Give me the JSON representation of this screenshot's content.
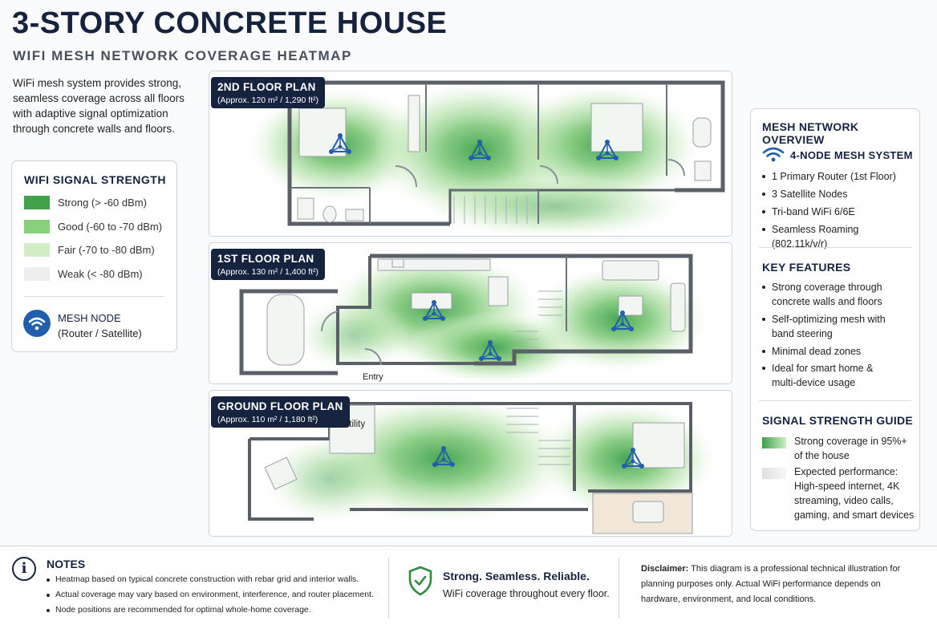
{
  "header": {
    "title": "3-STORY CONCRETE HOUSE",
    "subtitle": "WIFI MESH NETWORK COVERAGE HEATMAP",
    "intro": "WiFi mesh system provides strong, seamless coverage across all floors with adaptive signal optimization through concrete walls and floors."
  },
  "legend": {
    "title": "WIFI SIGNAL STRENGTH",
    "items": [
      {
        "label": "Strong (> -60 dBm)",
        "color": "#3fa14a"
      },
      {
        "label": "Good (-60 to -70 dBm)",
        "color": "#88d07a"
      },
      {
        "label": "Fair (-70 to -80 dBm)",
        "color": "#cfeec5"
      },
      {
        "label": "Weak (< -80 dBm)",
        "color": "#eeeeee"
      }
    ],
    "node_title": "MESH NODE",
    "node_sub": "(Router / Satellite)",
    "node_icon": "wifi-icon"
  },
  "floors": [
    {
      "title": "2ND FLOOR PLAN",
      "area": "(Approx. 120 m² / 1,290 ft²)"
    },
    {
      "title": "1ST FLOOR PLAN",
      "area": "(Approx. 130 m² / 1,400 ft²)",
      "entry": "Entry"
    },
    {
      "title": "GROUND FLOOR PLAN",
      "area": "(Approx. 110 m² / 1,180 ft²)",
      "utility": "Utility"
    }
  ],
  "overview": {
    "title": "MESH NETWORK OVERVIEW",
    "system": "4-NODE MESH SYSTEM",
    "items": [
      "1 Primary Router (1st Floor)",
      "3 Satellite Nodes",
      "Tri-band WiFi 6/6E",
      "Seamless Roaming (802.11k/v/r)"
    ],
    "features_title": "KEY FEATURES",
    "features": [
      "Strong coverage through concrete walls and floors",
      "Self-optimizing mesh with band steering",
      "Minimal dead zones",
      "Ideal for smart home & multi-device usage"
    ],
    "guide_title": "SIGNAL STRENGTH GUIDE",
    "guide_strong": "Strong coverage in 95%+ of the house",
    "guide_expected": "Expected performance: High-speed internet, 4K streaming, video calls, gaming, and smart devices"
  },
  "footer": {
    "notes_title": "NOTES",
    "notes": [
      "Heatmap based on typical concrete construction with rebar grid and interior walls.",
      "Actual coverage may vary based on environment, interference, and router placement.",
      "Node positions are recommended for optimal whole-home coverage."
    ],
    "tagline": "Strong. Seamless. Reliable.",
    "tagline_sub": "WiFi coverage throughout every floor.",
    "disclaimer_label": "Disclaimer:",
    "disclaimer": "This diagram is a professional technical illustration for planning purposes only. Actual WiFi performance depends on hardware, environment, and local conditions."
  },
  "colors": {
    "navy": "#16233f",
    "accent": "#1f5fae",
    "strong": "#3fa14a"
  }
}
